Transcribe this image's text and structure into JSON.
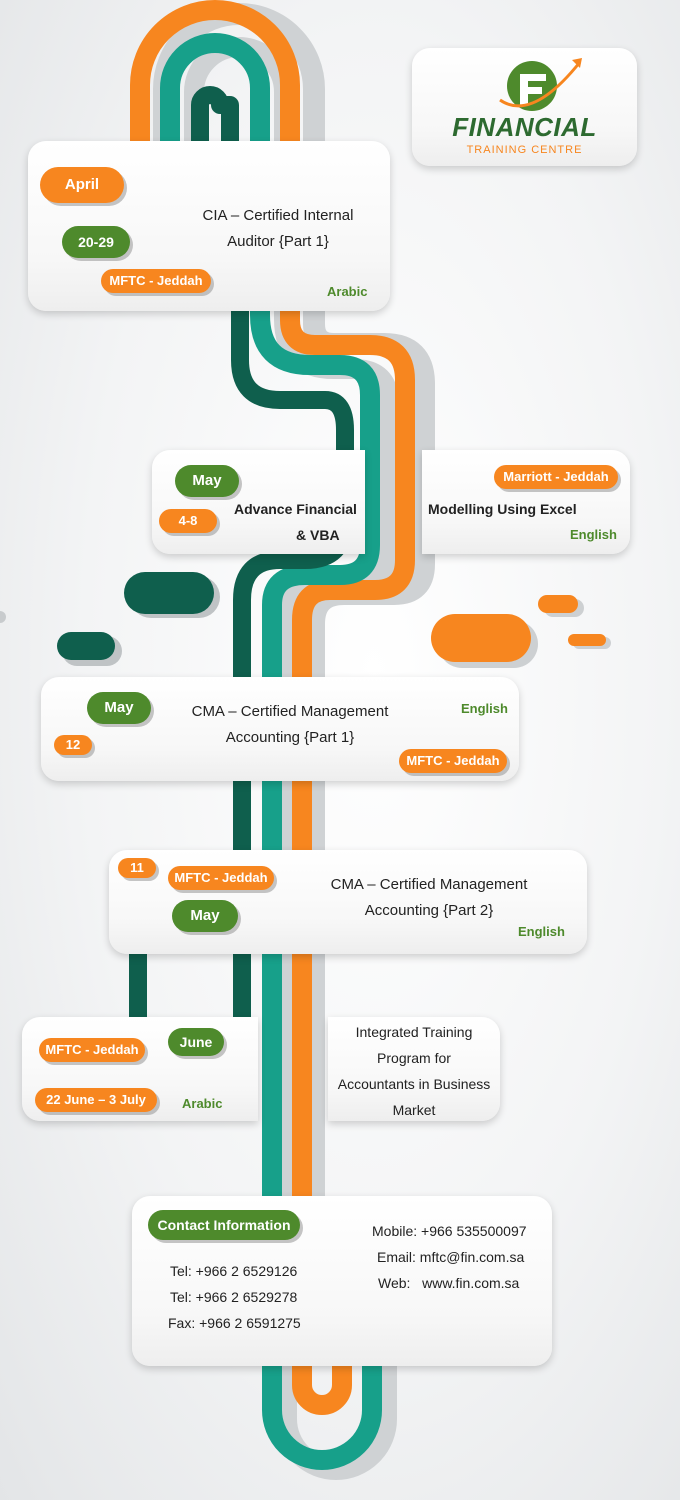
{
  "brand": {
    "name": "FINANCIAL",
    "subtitle": "TRAINING CENTRE",
    "colors": {
      "orange": "#f7861f",
      "teal": "#17a08a",
      "dark_green": "#0f5f4d",
      "green": "#4e8a2c"
    }
  },
  "courses": [
    {
      "month": "April",
      "dates": "20-29",
      "venue": "MFTC - Jeddah",
      "title_lines": [
        "CIA – Certified Internal",
        "Auditor {Part 1}"
      ],
      "language": "Arabic"
    },
    {
      "month": "May",
      "dates": "4-8",
      "venue": "Marriott - Jeddah",
      "title_left": "Advance Financial",
      "title_right": "Modelling Using Excel",
      "title_line2": "& VBA",
      "language": "English"
    },
    {
      "month": "May",
      "dates": "12",
      "venue": "MFTC - Jeddah",
      "title_lines": [
        "CMA – Certified Management",
        "Accounting {Part 1}"
      ],
      "language": "English"
    },
    {
      "month": "May",
      "dates": "11",
      "venue": "MFTC - Jeddah",
      "title_lines": [
        "CMA – Certified Management",
        "Accounting {Part 2}"
      ],
      "language": "English"
    },
    {
      "month": "June",
      "dates": "22 June – 3 July",
      "venue": "MFTC - Jeddah",
      "title_lines": [
        "Integrated Training",
        "Program for",
        "Accountants in Business",
        "Market"
      ],
      "language": "Arabic"
    }
  ],
  "contact": {
    "heading": "Contact Information",
    "tel1": "Tel: +966 2 6529126",
    "tel2": "Tel: +966 2 6529278",
    "fax": "Fax: +966 2 6591275",
    "mobile": "Mobile: +966 535500097",
    "email": "Email: mftc@fin.com.sa",
    "web": "Web:   www.fin.com.sa"
  }
}
